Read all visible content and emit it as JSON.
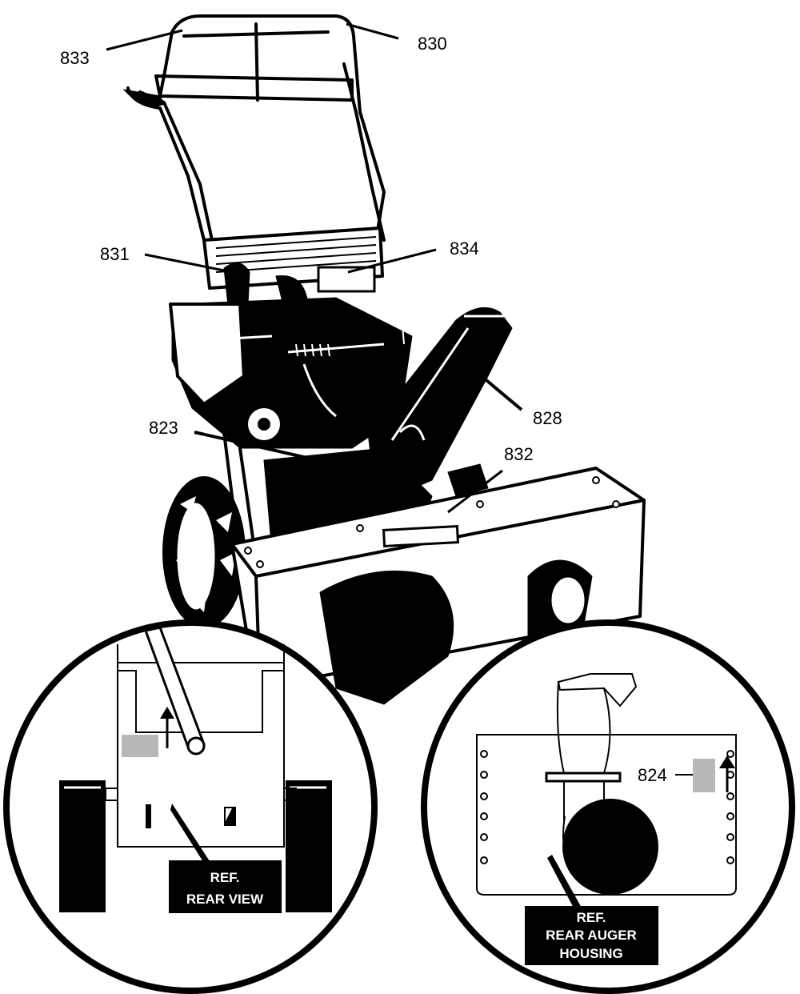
{
  "callouts": {
    "p833": "833",
    "p830": "830",
    "p831": "831",
    "p834": "834",
    "p823": "823",
    "p828": "828",
    "p832": "832",
    "p824": "824"
  },
  "insets": {
    "rear_view": {
      "line1": "REF.",
      "line2": "REAR VIEW"
    },
    "auger_housing": {
      "line1": "REF.",
      "line2": "REAR AUGER",
      "line3": "HOUSING"
    }
  },
  "colors": {
    "ink": "#000000",
    "paper": "#ffffff",
    "decal": "#b8b8b8"
  }
}
